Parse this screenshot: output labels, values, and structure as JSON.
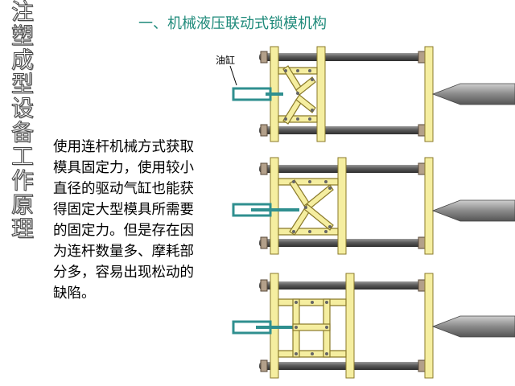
{
  "side_title": [
    "注",
    "塑",
    "成",
    "型",
    "设",
    "备",
    "工",
    "作",
    "原",
    "理"
  ],
  "main_title": "一、机械液压联动式锁模机构",
  "body_lines": [
    "使用连杆机械方式获取",
    "模具固定力，使用较小",
    "直径的驱动气缸也能获",
    "得固定大型模具所需要",
    "的固定力。但是存在因",
    "为连杆数量多、摩耗部",
    "分多，容易出现松动的",
    "缺陷。"
  ],
  "cylinder_label": "油缸",
  "colors": {
    "title": "#1e8a7a",
    "platen_fill": "#f5eea0",
    "platen_stroke": "#8a7a2a",
    "rod": "#4d4d4d",
    "cylinder": "#2f8f8f",
    "nozzle": "#7a7a7a"
  }
}
